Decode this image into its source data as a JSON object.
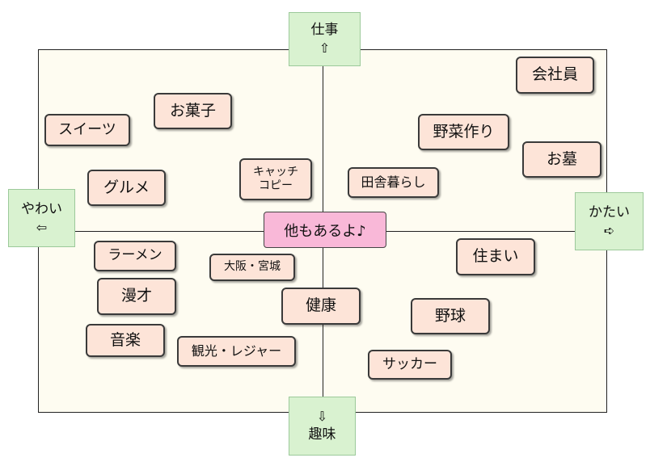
{
  "axes": {
    "top": {
      "label": "仕事",
      "arrow": "⇧"
    },
    "bottom": {
      "label": "趣味",
      "arrow": "⇩"
    },
    "left": {
      "label": "やわい",
      "arrow": "⇦"
    },
    "right": {
      "label": "かたい",
      "arrow": "➪"
    }
  },
  "center": {
    "label": "他もあるよ♪"
  },
  "items": {
    "kaishain": "会社員",
    "okashi": "お菓子",
    "sweets": "スイーツ",
    "yasai": "野菜作り",
    "ohaka": "お墓",
    "gourmet": "グルメ",
    "catchcopy": "キャッチ\nコピー",
    "inaka": "田舎暮らし",
    "ramen": "ラーメン",
    "osaka": "大阪・宮城",
    "sumai": "住まい",
    "manzai": "漫才",
    "kenkou": "健康",
    "yakyu": "野球",
    "ongaku": "音楽",
    "kankou": "観光・レジャー",
    "soccer": "サッカー"
  },
  "colors": {
    "item_fill": "#fde4d8",
    "center_fill": "#f9b8d8",
    "axis_label_fill": "#d9f2d0",
    "plot_background": "#fefcf1"
  }
}
